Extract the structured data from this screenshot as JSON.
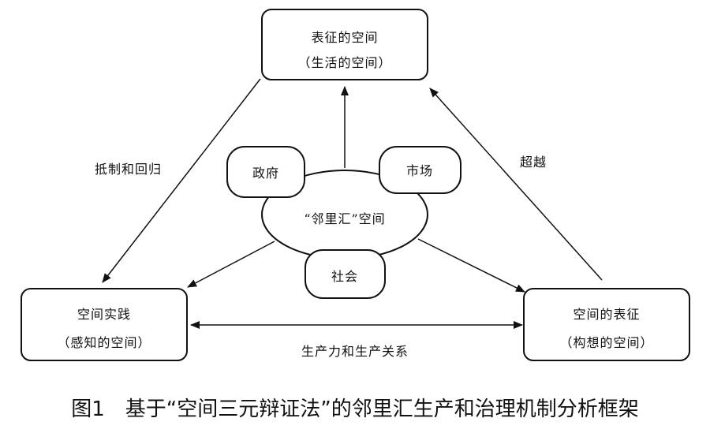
{
  "nodes": {
    "top": {
      "line1": "表征的空间",
      "line2": "（生活的空间）"
    },
    "left": {
      "line1": "空间实践",
      "line2": "（感知的空间）"
    },
    "right": {
      "line1": "空间的表征",
      "line2": "（构想的空间）"
    },
    "center": "“邻里汇”空间",
    "government": "政府",
    "market": "市场",
    "society": "社会"
  },
  "edges": {
    "top_to_left": "抵制和回归",
    "right_to_top": "超越",
    "left_right": "生产力和生产关系"
  },
  "caption": {
    "number": "图1",
    "text": "基于“空间三元辩证法”的邻里汇生产和治理机制分析框架"
  }
}
